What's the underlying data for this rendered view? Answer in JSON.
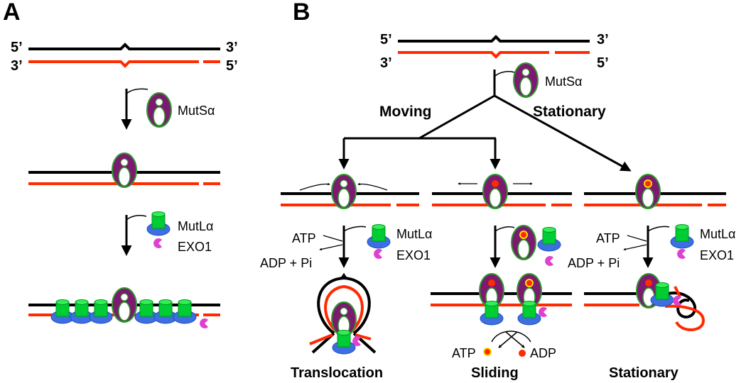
{
  "panels": {
    "a": {
      "letter": "A",
      "five_prime_top": "5’",
      "three_prime_top": "3’",
      "three_prime_bottom": "3’",
      "five_prime_bottom": "5’"
    },
    "b": {
      "letter": "B",
      "five_prime_top": "5’",
      "three_prime_top": "3’",
      "three_prime_bottom": "3’",
      "five_prime_bottom": "5’"
    }
  },
  "proteins": {
    "mutsa": "MutSα",
    "mutla": "MutLα",
    "exo1": "EXO1"
  },
  "branches": {
    "moving": "Moving",
    "stationary": "Stationary"
  },
  "reactions": {
    "atp": "ATP",
    "adp_pi": "ADP + Pi",
    "adp": "ADP"
  },
  "models": {
    "translocation": "Translocation",
    "sliding": "Sliding",
    "stationary": "Stationary"
  },
  "colors": {
    "strand_top": "#000000",
    "strand_bottom": "#ff2a00",
    "mutsa_body": "#7b1a6e",
    "mutsa_edge": "#2e9a2e",
    "mutla_top": "#00cc33",
    "mutla_base": "#3d6fe0",
    "exo1": "#e040d0",
    "atp": "#ffdd00",
    "adp": "#ff2a00"
  }
}
